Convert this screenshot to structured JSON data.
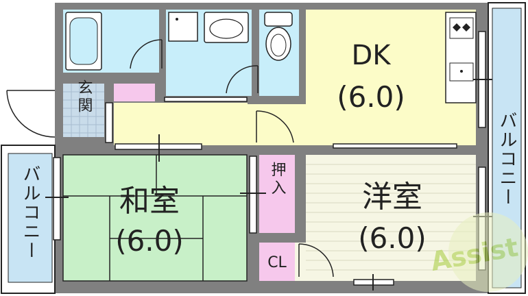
{
  "colors": {
    "wall": "#808080",
    "kitchen_dk": "#fcfcc8",
    "hallway": "#fcfcc8",
    "bath": "#c8eefa",
    "washroom": "#c8eefa",
    "toilet": "#c8eefa",
    "entrance": "#c9dcea",
    "storage": "#f6c8ec",
    "washitsu": "#c8f0c8",
    "yoshitsu": "#f6f6e4",
    "balcony": "#c8e4f4",
    "line": "#222222",
    "watermark": "#a6cc3c"
  },
  "rooms": {
    "dk": {
      "name": "DK",
      "size": "(6.0)"
    },
    "washitsu": {
      "name": "和室",
      "size": "(6.0)"
    },
    "yoshitsu": {
      "name": "洋室",
      "size": "(6.0)"
    },
    "entrance": {
      "name": "玄関"
    },
    "oshiire": {
      "name": "押入"
    },
    "closet": {
      "name": "CL"
    }
  },
  "balconies": {
    "right": "バルコニー",
    "left": "バルコニー"
  },
  "watermark": {
    "text": "Assist"
  }
}
